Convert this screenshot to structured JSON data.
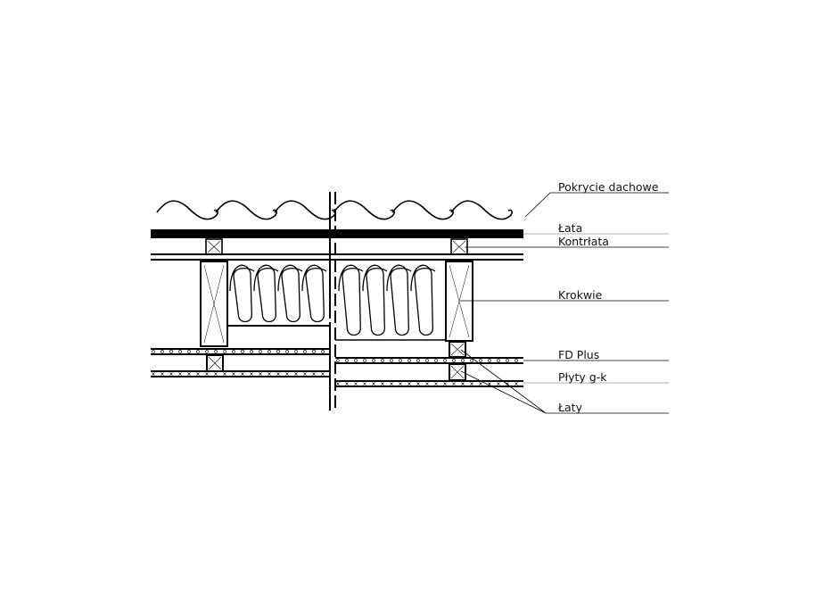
{
  "labels": {
    "roof_covering": "Pokrycie dachowe",
    "batten": "Łata",
    "counter_batten": "Kontrłata",
    "rafters": "Krokwie",
    "fd_plus": "FD Plus",
    "plasterboard": "Płyty g-k",
    "battens": "Łaty"
  }
}
